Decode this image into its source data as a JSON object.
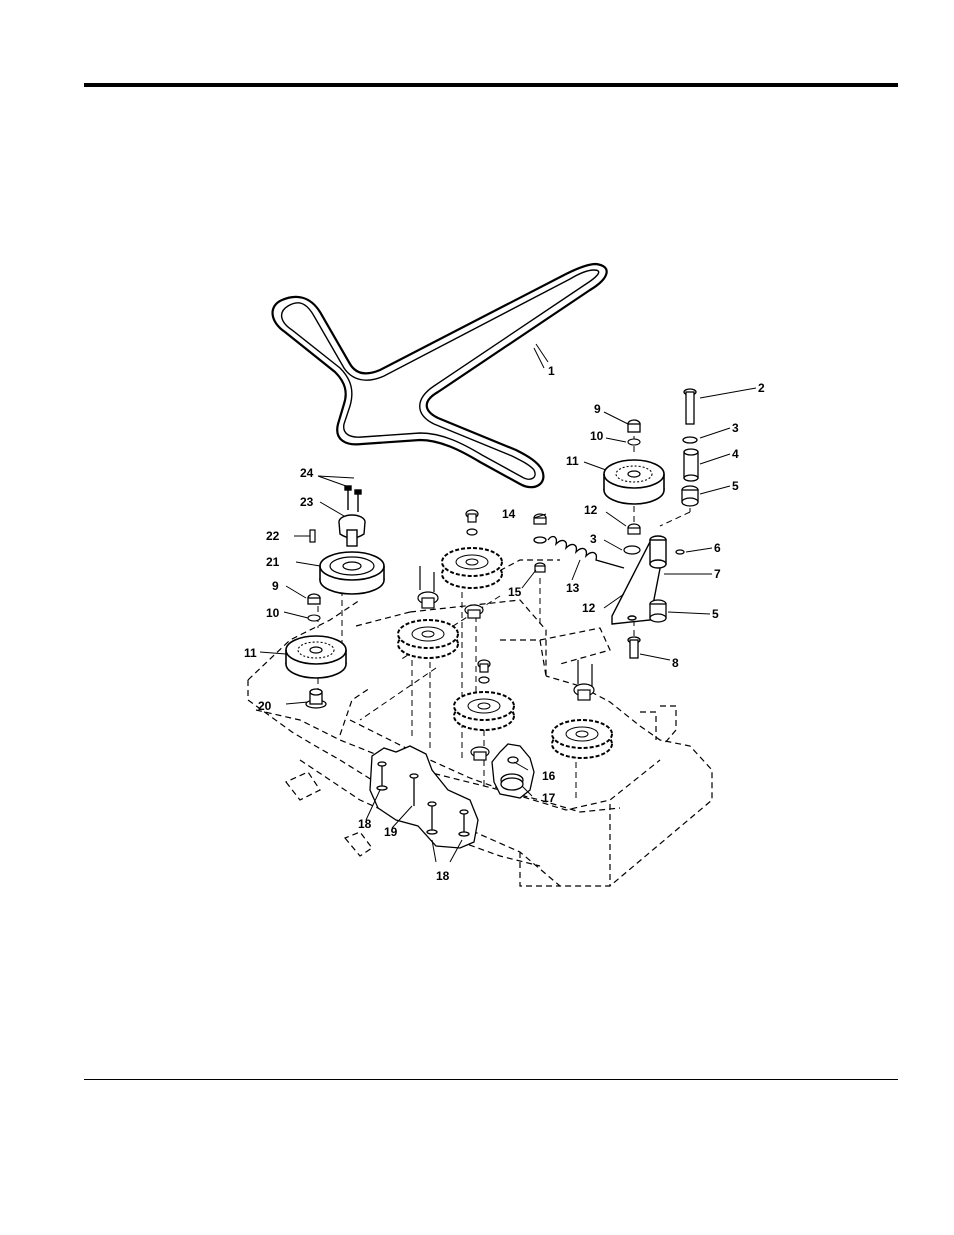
{
  "diagram": {
    "callouts": [
      "1",
      "2",
      "3",
      "4",
      "5",
      "6",
      "7",
      "8",
      "9",
      "10",
      "11",
      "12",
      "13",
      "14",
      "15",
      "16",
      "17",
      "18",
      "19",
      "20",
      "21",
      "22",
      "23",
      "24"
    ],
    "labels": {
      "l1": "1",
      "l2": "2",
      "l3a": "3",
      "l3b": "3",
      "l4": "4",
      "l5a": "5",
      "l5b": "5",
      "l6": "6",
      "l7": "7",
      "l8": "8",
      "l9a": "9",
      "l9b": "9",
      "l10a": "10",
      "l10b": "10",
      "l11a": "11",
      "l11b": "11",
      "l12a": "12",
      "l12b": "12",
      "l13": "13",
      "l14": "14",
      "l15": "15",
      "l16": "16",
      "l17": "17",
      "l18a": "18",
      "l18b": "18",
      "l19": "19",
      "l20": "20",
      "l21": "21",
      "l22": "22",
      "l23": "23",
      "l24": "24"
    }
  },
  "colors": {
    "ink": "#000000",
    "paper": "#ffffff"
  }
}
